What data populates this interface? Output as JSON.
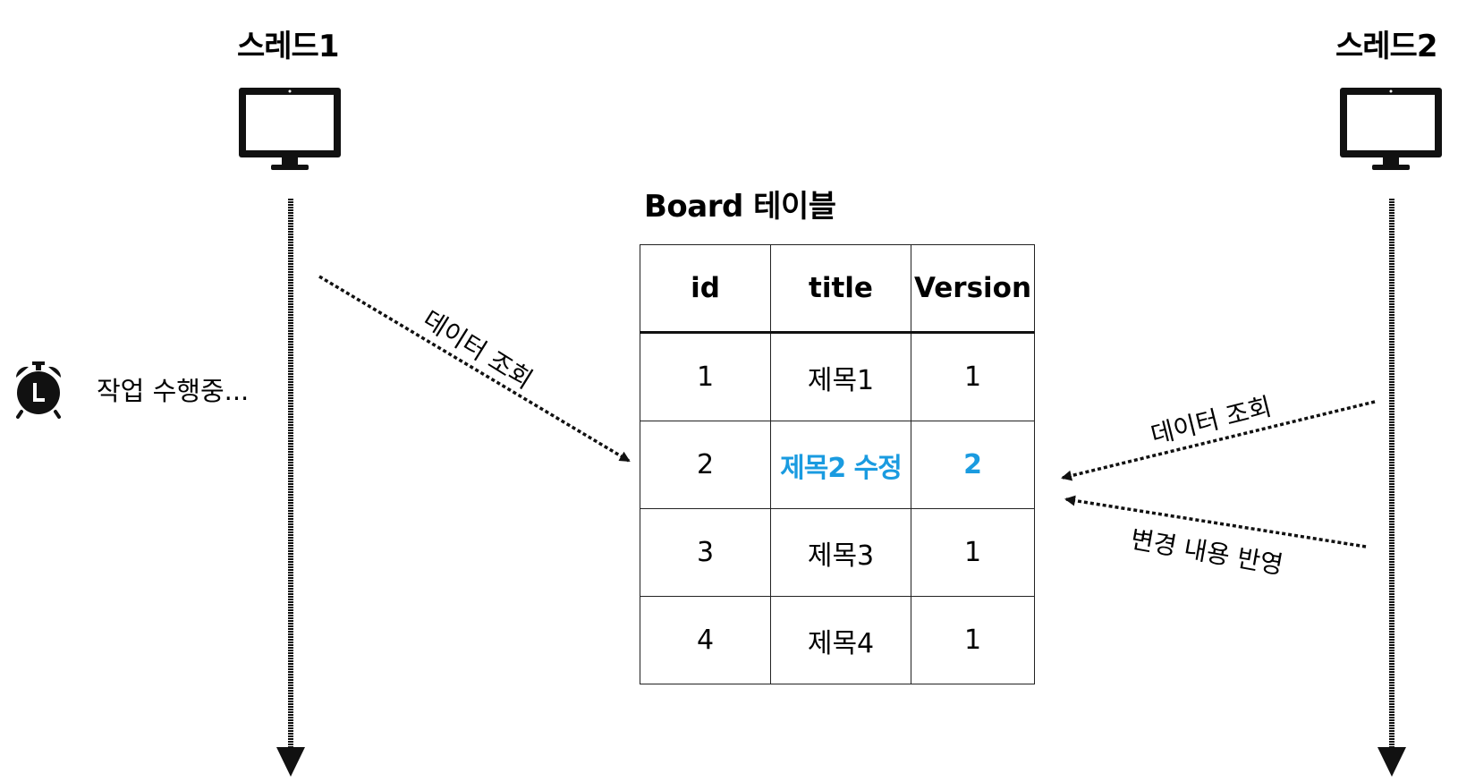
{
  "threads": {
    "left_label": "스레드1",
    "right_label": "스레드2"
  },
  "table": {
    "title": "Board 테이블",
    "headers": [
      "id",
      "title",
      "Version"
    ],
    "rows": [
      {
        "id": "1",
        "title": "제목1",
        "version": "1",
        "highlight": false
      },
      {
        "id": "2",
        "title": "제목2 수정",
        "version": "2",
        "highlight": true
      },
      {
        "id": "3",
        "title": "제목3",
        "version": "1",
        "highlight": false
      },
      {
        "id": "4",
        "title": "제목4",
        "version": "1",
        "highlight": false
      }
    ]
  },
  "arrows": {
    "left_read": "데이터 조회",
    "right_read": "데이터 조회",
    "right_write": "변경 내용 반영"
  },
  "status": {
    "working_text": "작업 수행중...",
    "clock_icon": "alarm-clock-icon"
  },
  "colors": {
    "highlight": "#1a9be0"
  }
}
